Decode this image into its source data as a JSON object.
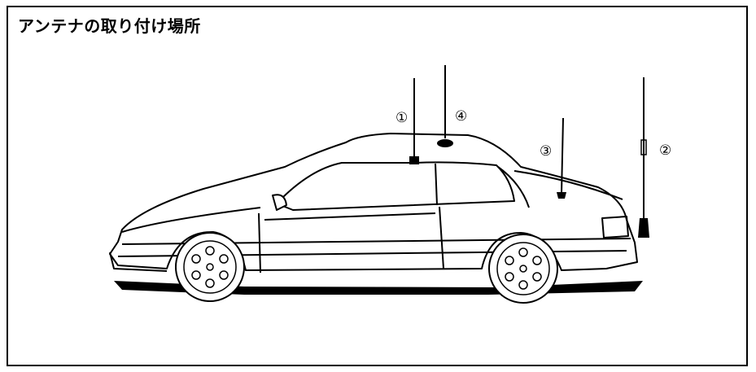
{
  "title": "アンテナの取り付け場所",
  "callouts": {
    "c1": "①",
    "c2": "②",
    "c3": "③",
    "c4": "④"
  }
}
